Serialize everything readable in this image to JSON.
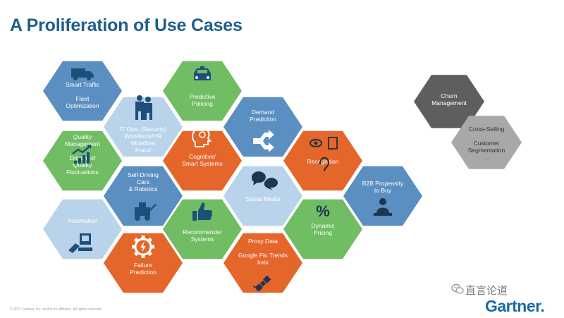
{
  "title": "A Proliferation of Use Cases",
  "colors": {
    "blue": "#5b8ec1",
    "light_blue": "#b9d3ea",
    "green": "#70bd63",
    "orange": "#e5662a",
    "dark_gray": "#5e5e5e",
    "light_gray": "#a8a8a8",
    "title": "#1f5e8c",
    "brand": "#1a6aa6"
  },
  "hexes": [
    {
      "id": "smart-traffic",
      "color": "blue",
      "lines": [
        "Smart Traffic",
        "",
        "Fleet",
        "Optimization"
      ],
      "icon": "truck-icon"
    },
    {
      "id": "predictive-policing",
      "color": "green",
      "lines": [
        "Predictive",
        "Policing"
      ],
      "icon": "police-car-icon"
    },
    {
      "id": "it-ops",
      "color": "light_blue",
      "lines": [
        "IT Ops, (Security)",
        "Workforce/HR",
        "Workflow",
        "Fraud"
      ],
      "icon": "people-icon"
    },
    {
      "id": "demand-prediction",
      "color": "blue",
      "lines": [
        "Demand",
        "Prediction"
      ],
      "icon": "branch-arrow-icon"
    },
    {
      "id": "quality-management",
      "color": "green",
      "lines": [
        "Quality",
        "Management",
        "",
        "Drivers of",
        "Quality",
        "Fluctuations"
      ],
      "icon": "trend-chart-icon"
    },
    {
      "id": "cognitive-systems",
      "color": "orange",
      "lines": [
        "Cognitive/",
        "Smart Systems"
      ],
      "icon": "brain-head-icon"
    },
    {
      "id": "recognition",
      "color": "orange",
      "lines": [
        "Recognition"
      ],
      "icon": "eye-ear-icon"
    },
    {
      "id": "self-driving",
      "color": "blue",
      "lines": [
        "Self-Driving",
        "Cars",
        "& Robotics"
      ],
      "icon": "robot-icon"
    },
    {
      "id": "social-media",
      "color": "light_blue",
      "lines": [
        "Social Media"
      ],
      "icon": "chat-bubbles-icon"
    },
    {
      "id": "b2b-propensity",
      "color": "blue",
      "lines": [
        "B2B Propensity",
        "to Buy"
      ],
      "icon": "person-laptop-icon"
    },
    {
      "id": "automation",
      "color": "light_blue",
      "lines": [
        "Automation"
      ],
      "icon": "robot-arm-icon"
    },
    {
      "id": "recommender-systems",
      "color": "green",
      "lines": [
        "Recommender",
        "Systems"
      ],
      "icon": "thumbs-up-icon"
    },
    {
      "id": "dynamic-pricing",
      "color": "green",
      "lines": [
        "Dynamic",
        "Pricing"
      ],
      "icon": "percent-icon"
    },
    {
      "id": "failure-prediction",
      "color": "orange",
      "lines": [
        "Failure",
        "Prediction"
      ],
      "icon": "gear-lightning-icon"
    },
    {
      "id": "proxy-data",
      "color": "orange",
      "lines": [
        "Proxy Data",
        "",
        "Google Flu Trends",
        "Inrix"
      ],
      "icon": "satellite-icon"
    },
    {
      "id": "churn-management",
      "color": "dark_gray",
      "lines": [
        "Churn",
        "Management"
      ],
      "icon": ""
    },
    {
      "id": "cross-selling",
      "color": "light_gray",
      "lines": [
        "Cross-Selling",
        "",
        "Customer",
        "Segmentation",
        "..."
      ],
      "icon": ""
    }
  ],
  "footer": "© 2017 Gartner, Inc. and/or its affiliates. All rights reserved.",
  "watermark": "直言论道",
  "brand": "Gartner."
}
